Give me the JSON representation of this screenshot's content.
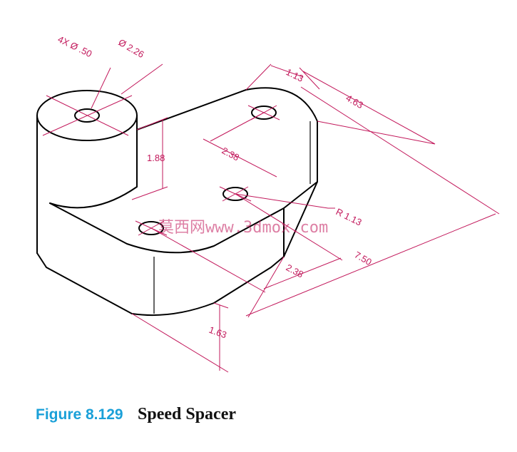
{
  "figure": {
    "label": "Figure 8.129",
    "title": "Speed Spacer"
  },
  "dimensions": {
    "holes": "4X Ø .50",
    "boss_diameter": "Ø 2.26",
    "offset_top": "1.13",
    "width_top": "4.63",
    "boss_height": "1.88",
    "hole_spacing_a": "2.38",
    "radius": "R 1.13",
    "hole_spacing_b": "2.38",
    "overall_length": "7.50",
    "base_height": "1.63"
  },
  "watermark": "莫西网www.3dmox.com",
  "colors": {
    "dimension": "#c2185b",
    "figure_label": "#1aa0d8",
    "object_lines": "#000000"
  }
}
